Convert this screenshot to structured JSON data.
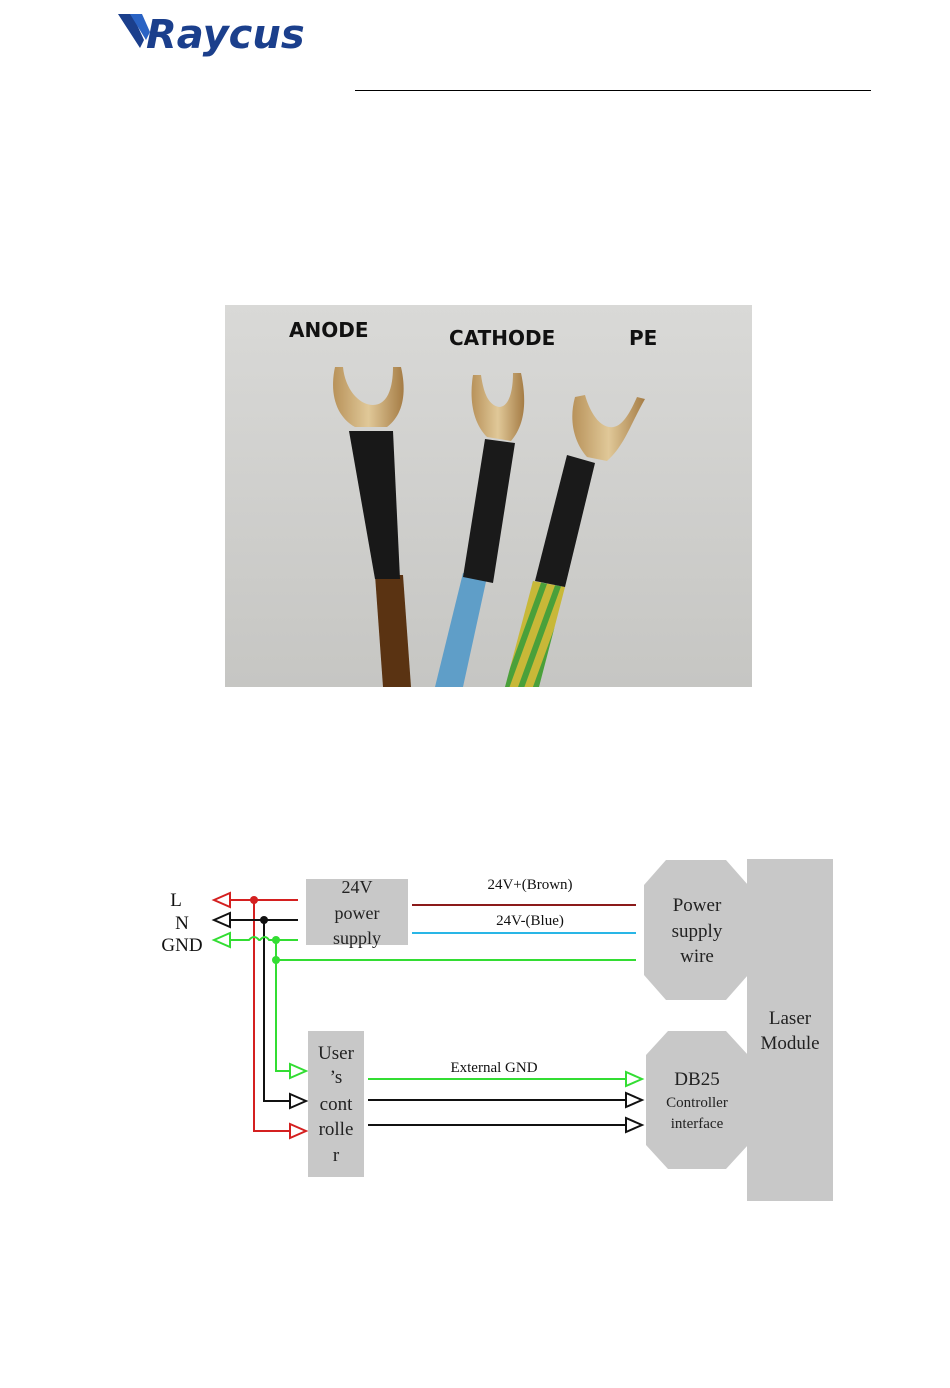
{
  "header": {
    "logo_text": "Raycus"
  },
  "photo": {
    "labels": [
      "ANODE",
      "CATHODE",
      "PE"
    ]
  },
  "diagram": {
    "mains": {
      "l": "L",
      "n": "N",
      "gnd": "GND"
    },
    "psu": {
      "line1": "24V",
      "line2": "power",
      "line3": "supply"
    },
    "brown_label": "24V+(Brown)",
    "blue_label": "24V-(Blue)",
    "power_wire": {
      "line1": "Power",
      "line2": "supply",
      "line3": "wire"
    },
    "laser": {
      "line1": "Laser",
      "line2": "Module"
    },
    "controller": {
      "line1": "User",
      "line2": "’s",
      "line3": "cont",
      "line4": "rolle",
      "line5": "r"
    },
    "ext_gnd_label": "External GND",
    "db25": {
      "line1": "DB25",
      "line2": "Controller",
      "line3": "interface"
    },
    "colors": {
      "live": "#d42020",
      "neutral": "#111111",
      "ground": "#33dd33",
      "brown": "#8b1a1a",
      "blue": "#29b6e6",
      "box": "#c8c8c8"
    }
  }
}
